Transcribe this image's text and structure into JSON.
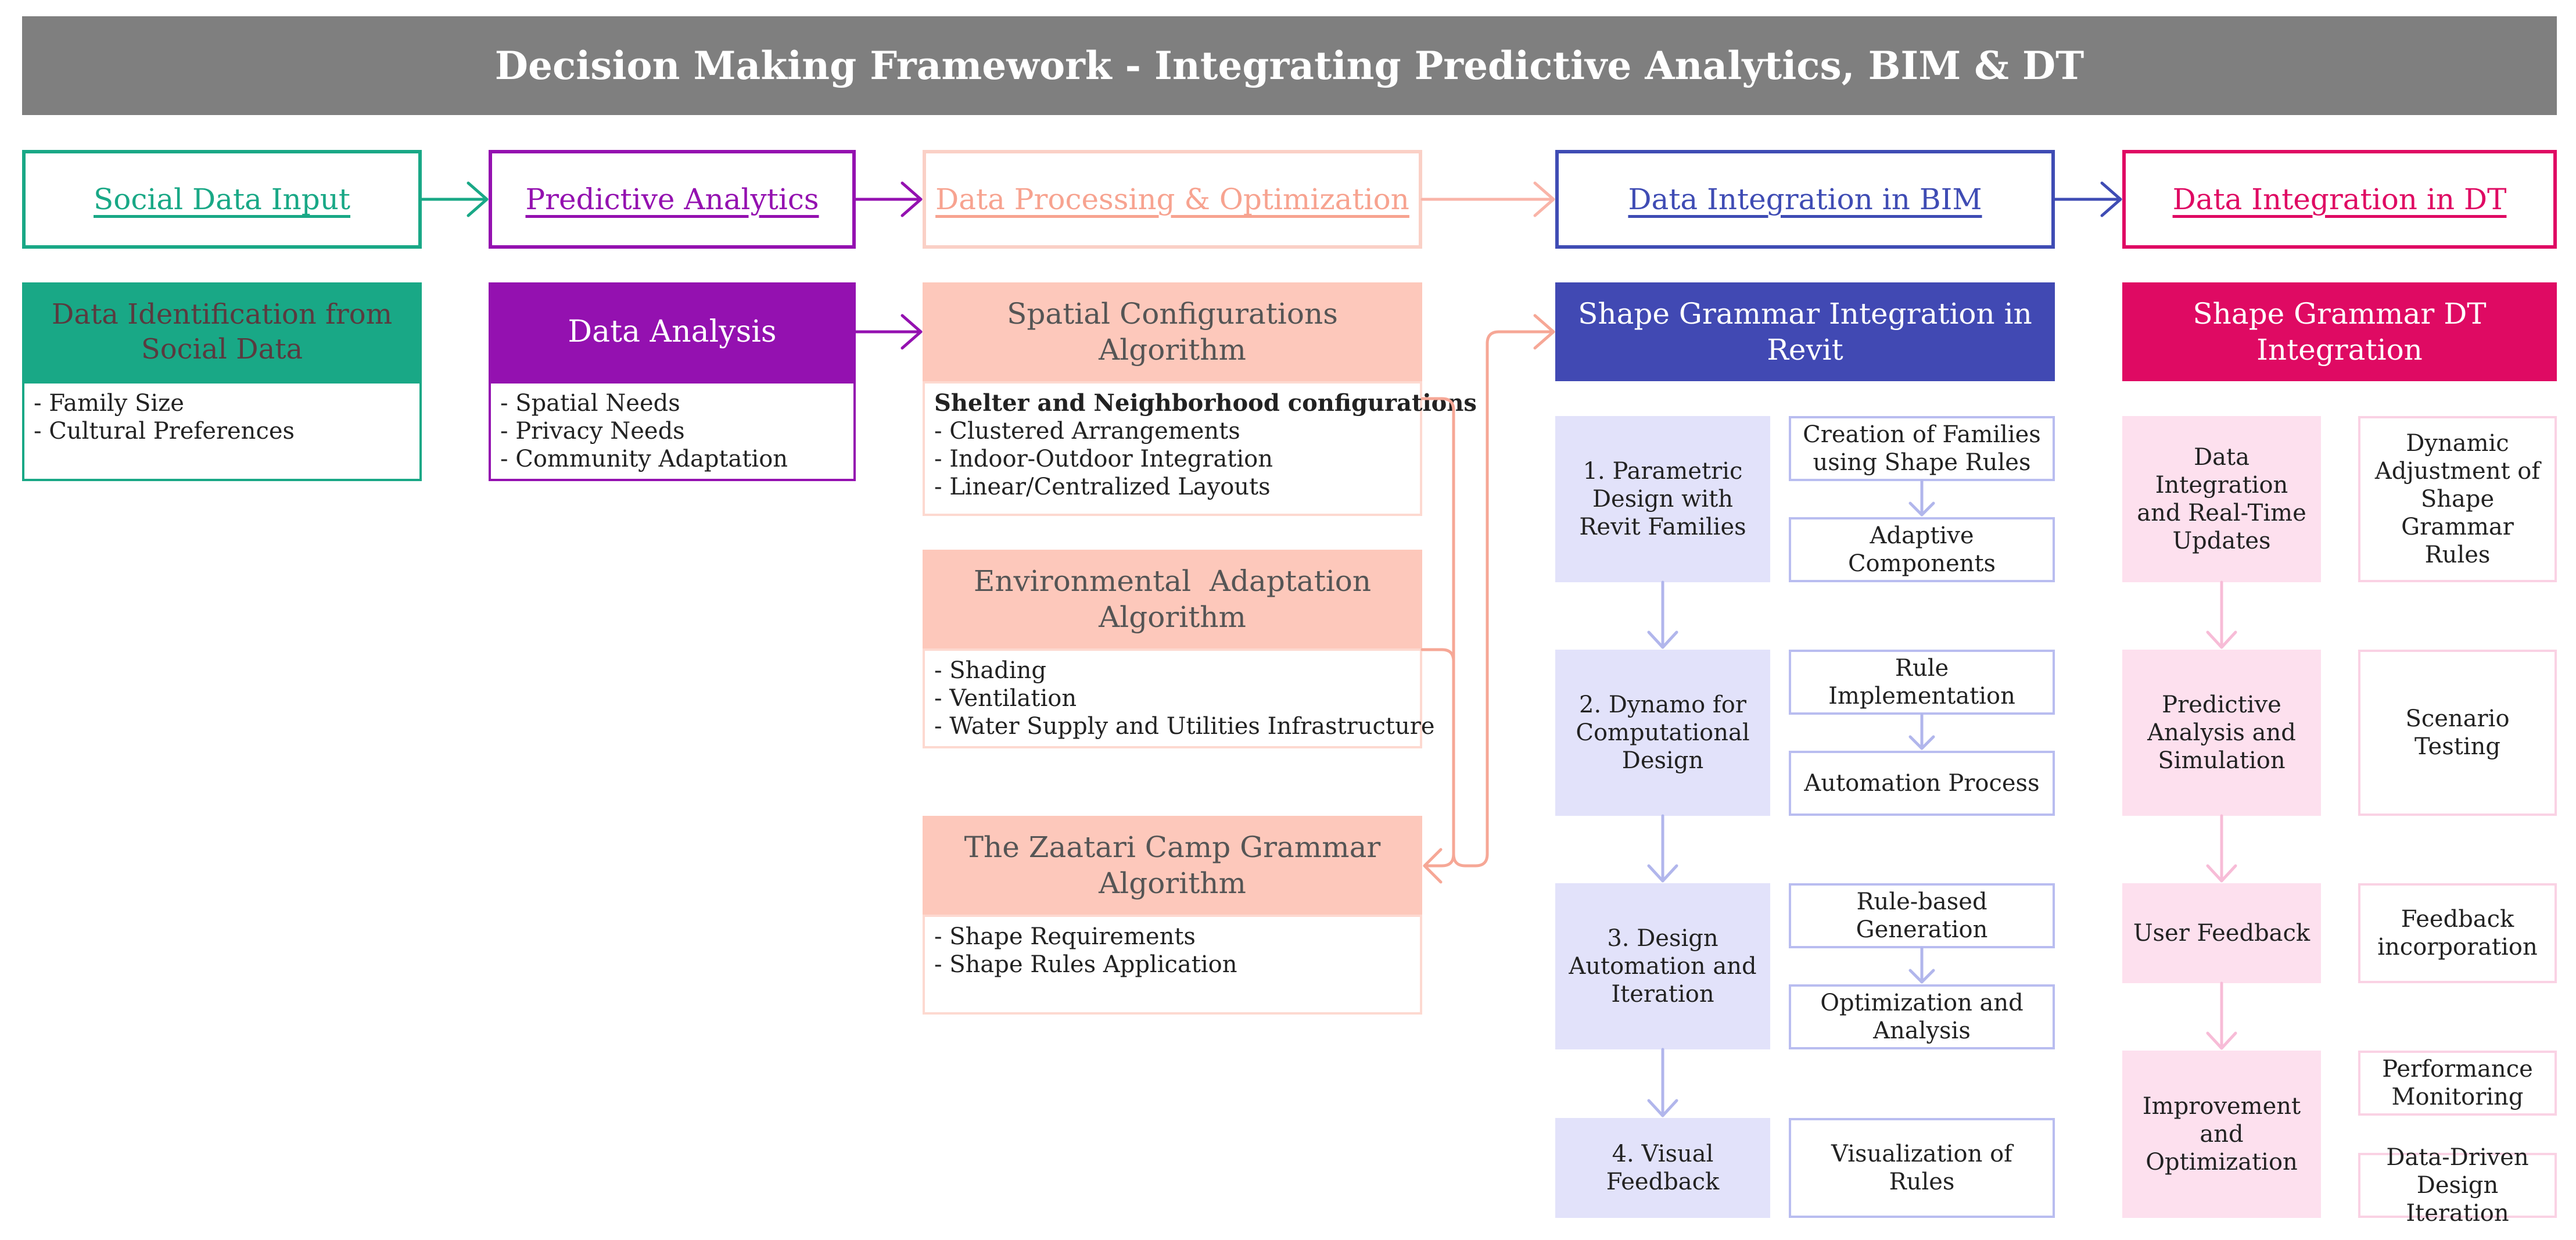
{
  "title": "Decision Making Framework - Integrating Predictive Analytics, BIM & DT",
  "colors": {
    "title_bg": "#7f7f7f",
    "social": "#19a886",
    "predictive": "#9411b0",
    "processing": "#f9b4a8",
    "bim": "#3f4cb4",
    "dt": "#df0a63"
  },
  "stages": {
    "social": "Social Data Input ",
    "predictive": "Predictive Analytics",
    "processing": "Data Processing & Optimization",
    "bim": "Data Integration in BIM ",
    "dt": "Data Integration in DT"
  },
  "social": {
    "header": "Data Identification from Social Data",
    "items": [
      "- Family Size",
      "- Cultural Preferences"
    ]
  },
  "analysis": {
    "header": "Data Analysis",
    "items": [
      "- Spatial Needs",
      "- Privacy Needs",
      "- Community Adaptation"
    ]
  },
  "spatial": {
    "header": "Spatial Configurations Algorithm",
    "bold_line": "Shelter and Neighborhood configurations",
    "items": [
      "- Clustered Arrangements",
      "- Indoor-Outdoor Integration",
      "- Linear/Centralized Layouts"
    ]
  },
  "environmental": {
    "header": "Environmental  Adaptation Algorithm",
    "items": [
      "- Shading",
      "- Ventilation",
      "- Water Supply and Utilities Infrastructure"
    ]
  },
  "zaatari": {
    "header": "The Zaatari Camp Grammar Algorithm",
    "items": [
      "- Shape Requirements",
      "- Shape Rules Application"
    ]
  },
  "bim": {
    "header": "Shape Grammar Integration in Revit",
    "steps": [
      "1. Parametric Design with Revit Families",
      "2. Dynamo for Computational Design",
      "3. Design Automation and Iteration",
      "4. Visual Feedback"
    ],
    "details": [
      "Creation of Families using Shape Rules",
      "Adaptive Components",
      "Rule Implementation",
      "Automation Process",
      "Rule-based Generation",
      "Optimization and Analysis",
      "Visualization of Rules"
    ]
  },
  "dt": {
    "header": "Shape Grammar DT Integration",
    "steps": [
      "Data Integration and Real-Time Updates",
      "Predictive Analysis and Simulation",
      "User Feedback",
      "Improvement and Optimization"
    ],
    "details": [
      "Dynamic Adjustment of Shape Grammar Rules",
      "Scenario Testing",
      "Feedback incorporation",
      "Performance Monitoring",
      "Data-Driven Design Iteration"
    ]
  }
}
